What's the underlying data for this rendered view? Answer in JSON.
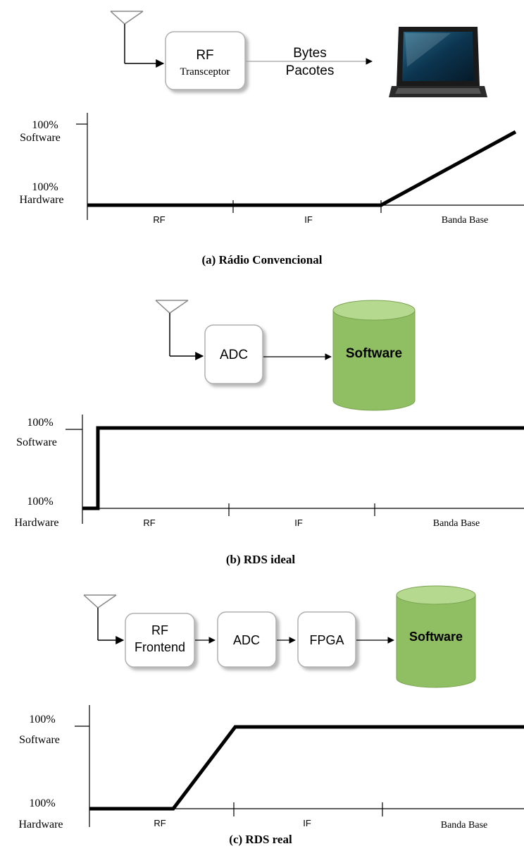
{
  "panel_a": {
    "rf_box": {
      "line1": "RF",
      "line2": "Transceptor"
    },
    "link": {
      "line1": "Bytes",
      "line2": "Pacotes"
    },
    "axis": {
      "top_pct": "100%",
      "top_word": "Software",
      "bottom_pct": "100%",
      "bottom_word": "Hardware"
    },
    "regions": [
      "RF",
      "IF",
      "Banda Base"
    ],
    "caption": "(a) Rádio Convencional"
  },
  "panel_b": {
    "adc_box": "ADC",
    "software_cyl": "Software",
    "axis": {
      "top_pct": "100%",
      "top_word": "Software",
      "bottom_pct": "100%",
      "bottom_word": "Hardware"
    },
    "regions": [
      "RF",
      "IF",
      "Banda Base"
    ],
    "caption": "(b) RDS ideal"
  },
  "panel_c": {
    "rf_box": {
      "line1": "RF",
      "line2": "Frontend"
    },
    "adc_box": "ADC",
    "fpga_box": "FPGA",
    "software_cyl": "Software",
    "axis": {
      "top_pct": "100%",
      "top_word": "Software",
      "bottom_pct": "100%",
      "bottom_word": "Hardware"
    },
    "regions": [
      "RF",
      "IF",
      "Banda Base"
    ],
    "caption": "(c) RDS real"
  },
  "colors": {
    "box_fill": "#ffffff",
    "box_stroke": "#b0b0b0",
    "cylinder": "#8fbf62",
    "cylinder_top": "#b5d98f",
    "line": "#000000"
  }
}
